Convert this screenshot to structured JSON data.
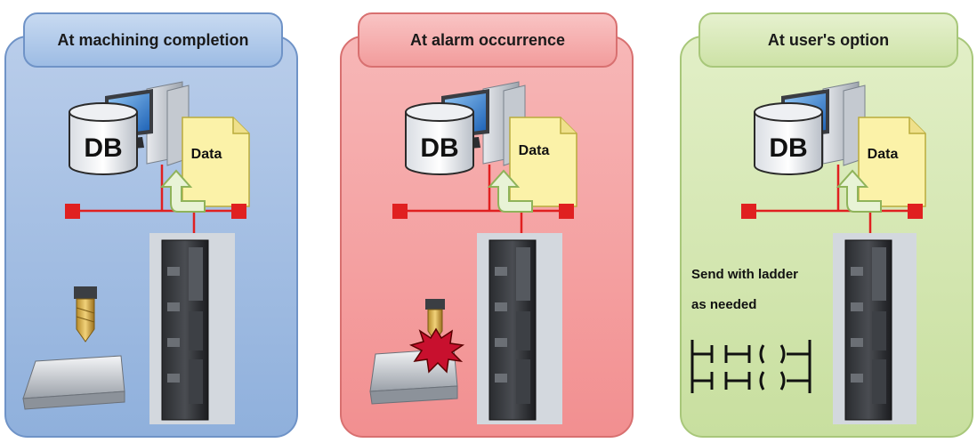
{
  "panels": [
    {
      "title": "At machining completion",
      "db_label": "DB",
      "data_label": "Data",
      "accent": "#8fb0dc"
    },
    {
      "title": "At alarm occurrence",
      "db_label": "DB",
      "data_label": "Data",
      "accent": "#f28f90"
    },
    {
      "title": "At user's option",
      "db_label": "DB",
      "data_label": "Data",
      "accent": "#c8df9f",
      "note_line1": "Send with ladder",
      "note_line2": "as needed"
    }
  ],
  "colors": {
    "network_line": "#e02020",
    "node": "#e02020",
    "arrow_fill": "#e8f3d6",
    "arrow_stroke": "#8fb35a",
    "doc_fill": "#fbf2a8"
  }
}
